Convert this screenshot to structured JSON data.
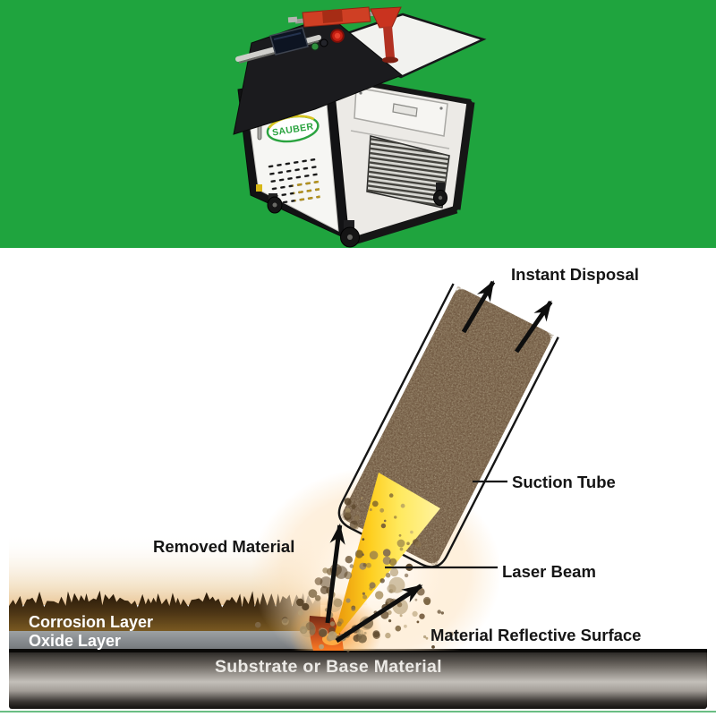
{
  "hero": {
    "brand_logo_text": "SAUBER",
    "background_color": "#1fa43e",
    "machine": {
      "body_color": "#f4f4f1",
      "frame_color": "#141416",
      "gun_color": "#cf3f24",
      "estop_color": "#c41e12"
    }
  },
  "diagram": {
    "labels": {
      "instant_disposal": "Instant Disposal",
      "suction_tube": "Suction Tube",
      "laser_beam": "Laser Beam",
      "removed_material": "Removed Material",
      "corrosion_layer": "Corrosion Layer",
      "oxide_layer": "Oxide Layer",
      "material_reflective_surface": "Material Reflective Surface",
      "substrate": "Substrate or Base Material"
    },
    "colors": {
      "arrow": "#0e0e0e",
      "beam_yellow": "#ffdf45",
      "beam_orange_edge": "#e79109",
      "tube_brown": "#6f5740",
      "corrosion_gold": "#b28c3c",
      "oxide_gray": "#8d9193",
      "substrate_silver": "#c3bfb9",
      "bottom_rule_green": "#46ae66"
    }
  }
}
